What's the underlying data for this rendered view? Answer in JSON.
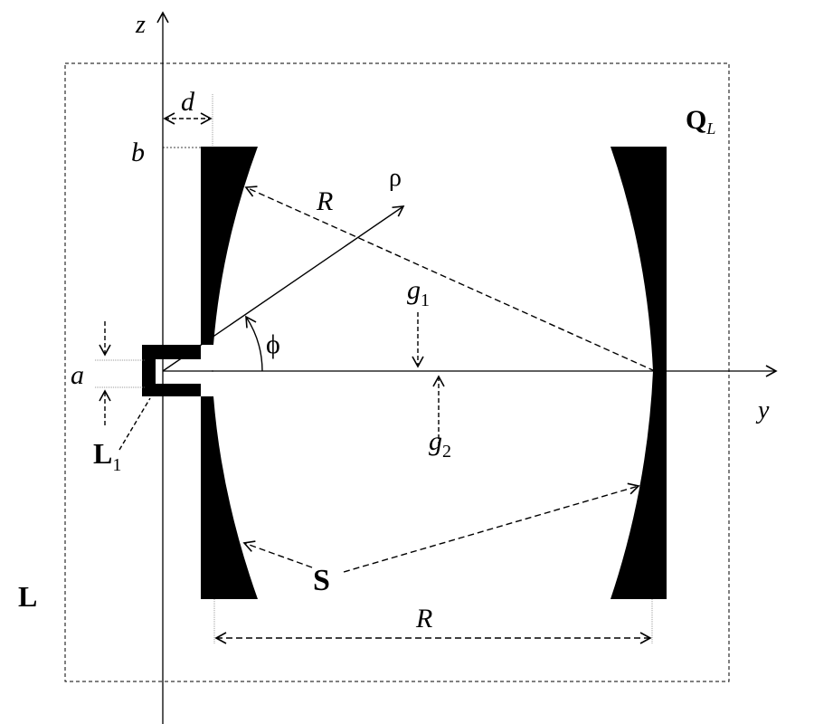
{
  "labels": {
    "z_axis": "z",
    "y_axis": "y",
    "d": "d",
    "b": "b",
    "a": "a",
    "Q": "Q",
    "Q_sub": "L",
    "R_top": "R",
    "R_bottom": "R",
    "rho": "ρ",
    "phi": "ϕ",
    "g1": "g",
    "g1_sub": "1",
    "g2": "g",
    "g2_sub": "2",
    "L1": "L",
    "L1_sub": "1",
    "S": "S",
    "L": "L"
  },
  "colors": {
    "ink": "#000000",
    "background": "#ffffff"
  }
}
